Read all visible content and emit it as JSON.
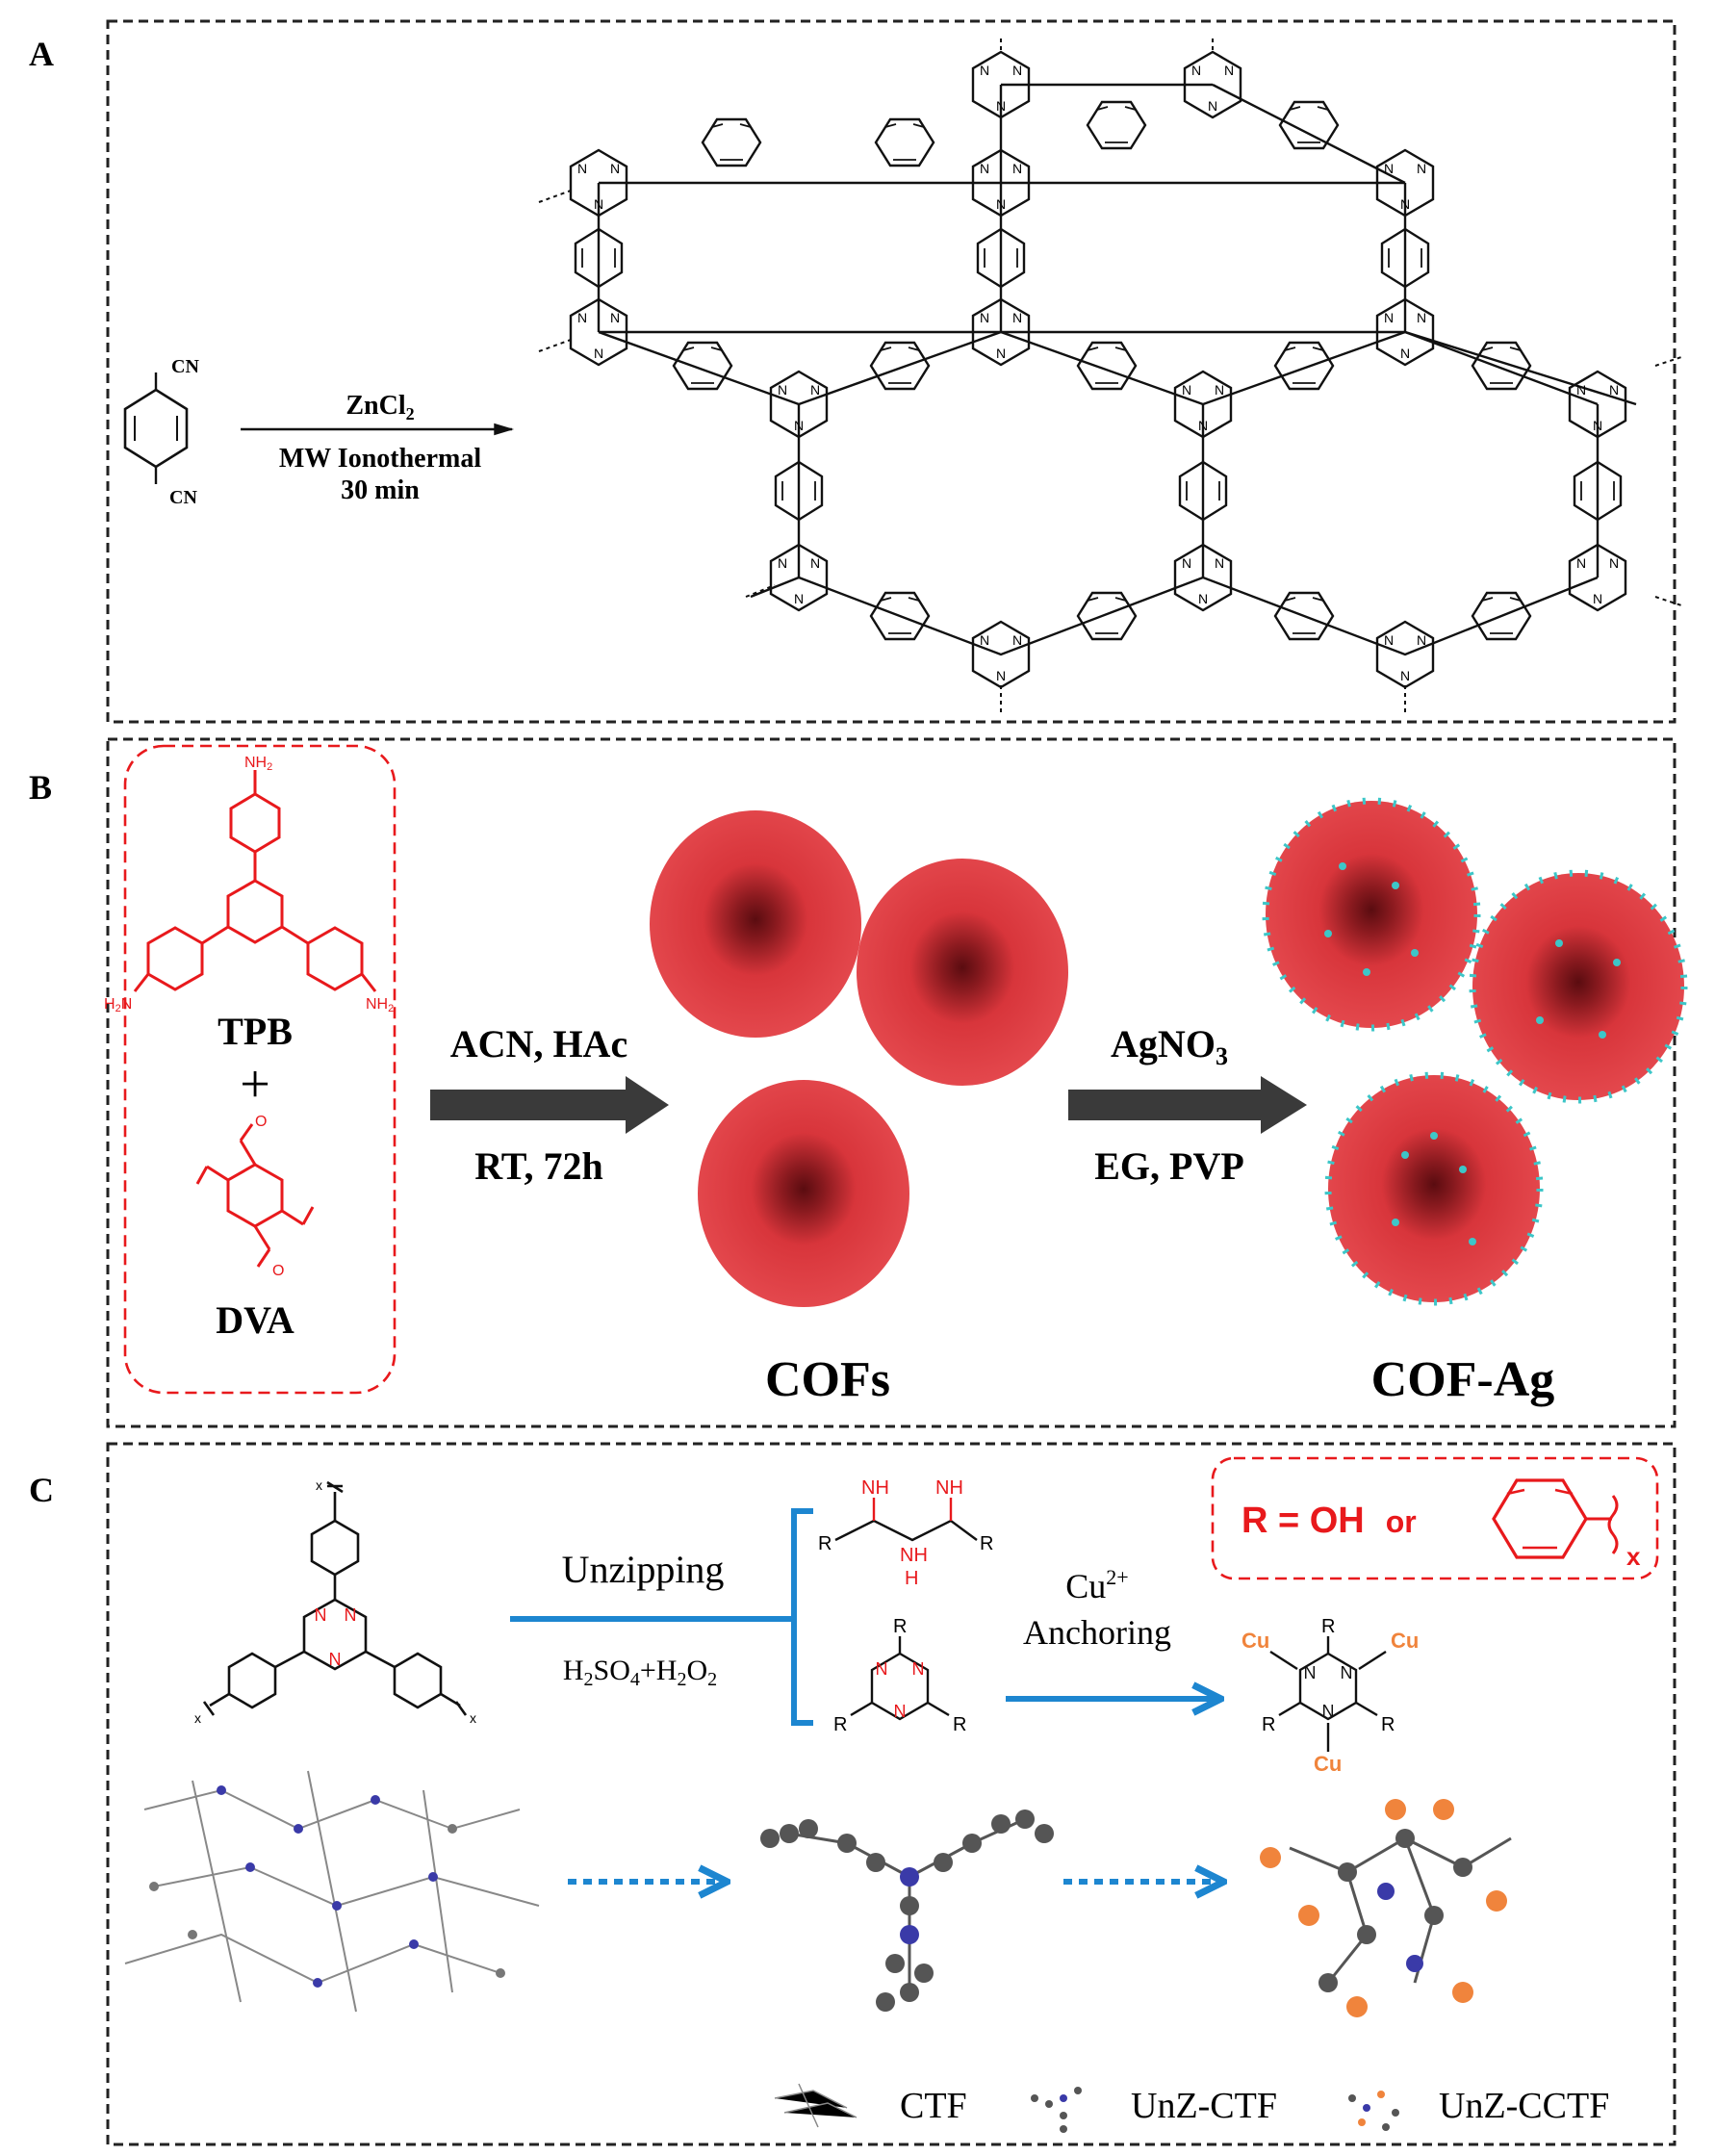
{
  "colors": {
    "frame": "#222222",
    "structure": "#111111",
    "red": "#e8191c",
    "sphere_red": "#d8353b",
    "sphere_dark": "#5a0c10",
    "silver_dot": "#3dc6c8",
    "blue_arrow": "#1d86d0",
    "copper": "#f0843c",
    "gray_atom": "#555555",
    "nitrogen_blue": "#3a3aa8"
  },
  "panel_a": {
    "letter": "A",
    "precursor_cn_top": "CN",
    "precursor_cn_bottom": "CN",
    "reagent_prefix": "ZnCl",
    "reagent_subscript": "2",
    "condition_1": "MW Ionothermal",
    "condition_2": "30 min",
    "ring_n": "N"
  },
  "panel_b": {
    "letter": "B",
    "monomer_1": "TPB",
    "plus": "+",
    "monomer_2": "DVA",
    "nh2_top": "NH",
    "nh2_top_sub": "2",
    "nh2_left": "H",
    "nh2_left_sub": "2",
    "nh2_left_n": "N",
    "nh2_right": "NH",
    "nh2_right_sub": "2",
    "aldehyde_o": "O",
    "step1_top": "ACN, HAc",
    "step1_bottom": "RT, 72h",
    "step2_top_prefix": "AgNO",
    "step2_top_sub": "3",
    "step2_bottom": "EG, PVP",
    "product_1": "COFs",
    "product_2": "COF-Ag"
  },
  "panel_c": {
    "letter": "C",
    "r_def_prefix": "R = OH",
    "r_def_or": "or",
    "r_def_x": "x",
    "unzipping": "Unzipping",
    "oxidant_h": "H",
    "oxidant_sub1": "2",
    "oxidant_so": "SO",
    "oxidant_sub2": "4",
    "oxidant_plus_h": "+H",
    "oxidant_sub3": "2",
    "oxidant_o": "O",
    "oxidant_sub4": "2",
    "cu_ion": "Cu",
    "cu_charge": "2+",
    "anchoring": "Anchoring",
    "nh": "NH",
    "h": "H",
    "r": "R",
    "n": "N",
    "cu": "Cu",
    "x": "x",
    "legend": [
      "CTF",
      "UnZ-CTF",
      "UnZ-CCTF"
    ]
  }
}
